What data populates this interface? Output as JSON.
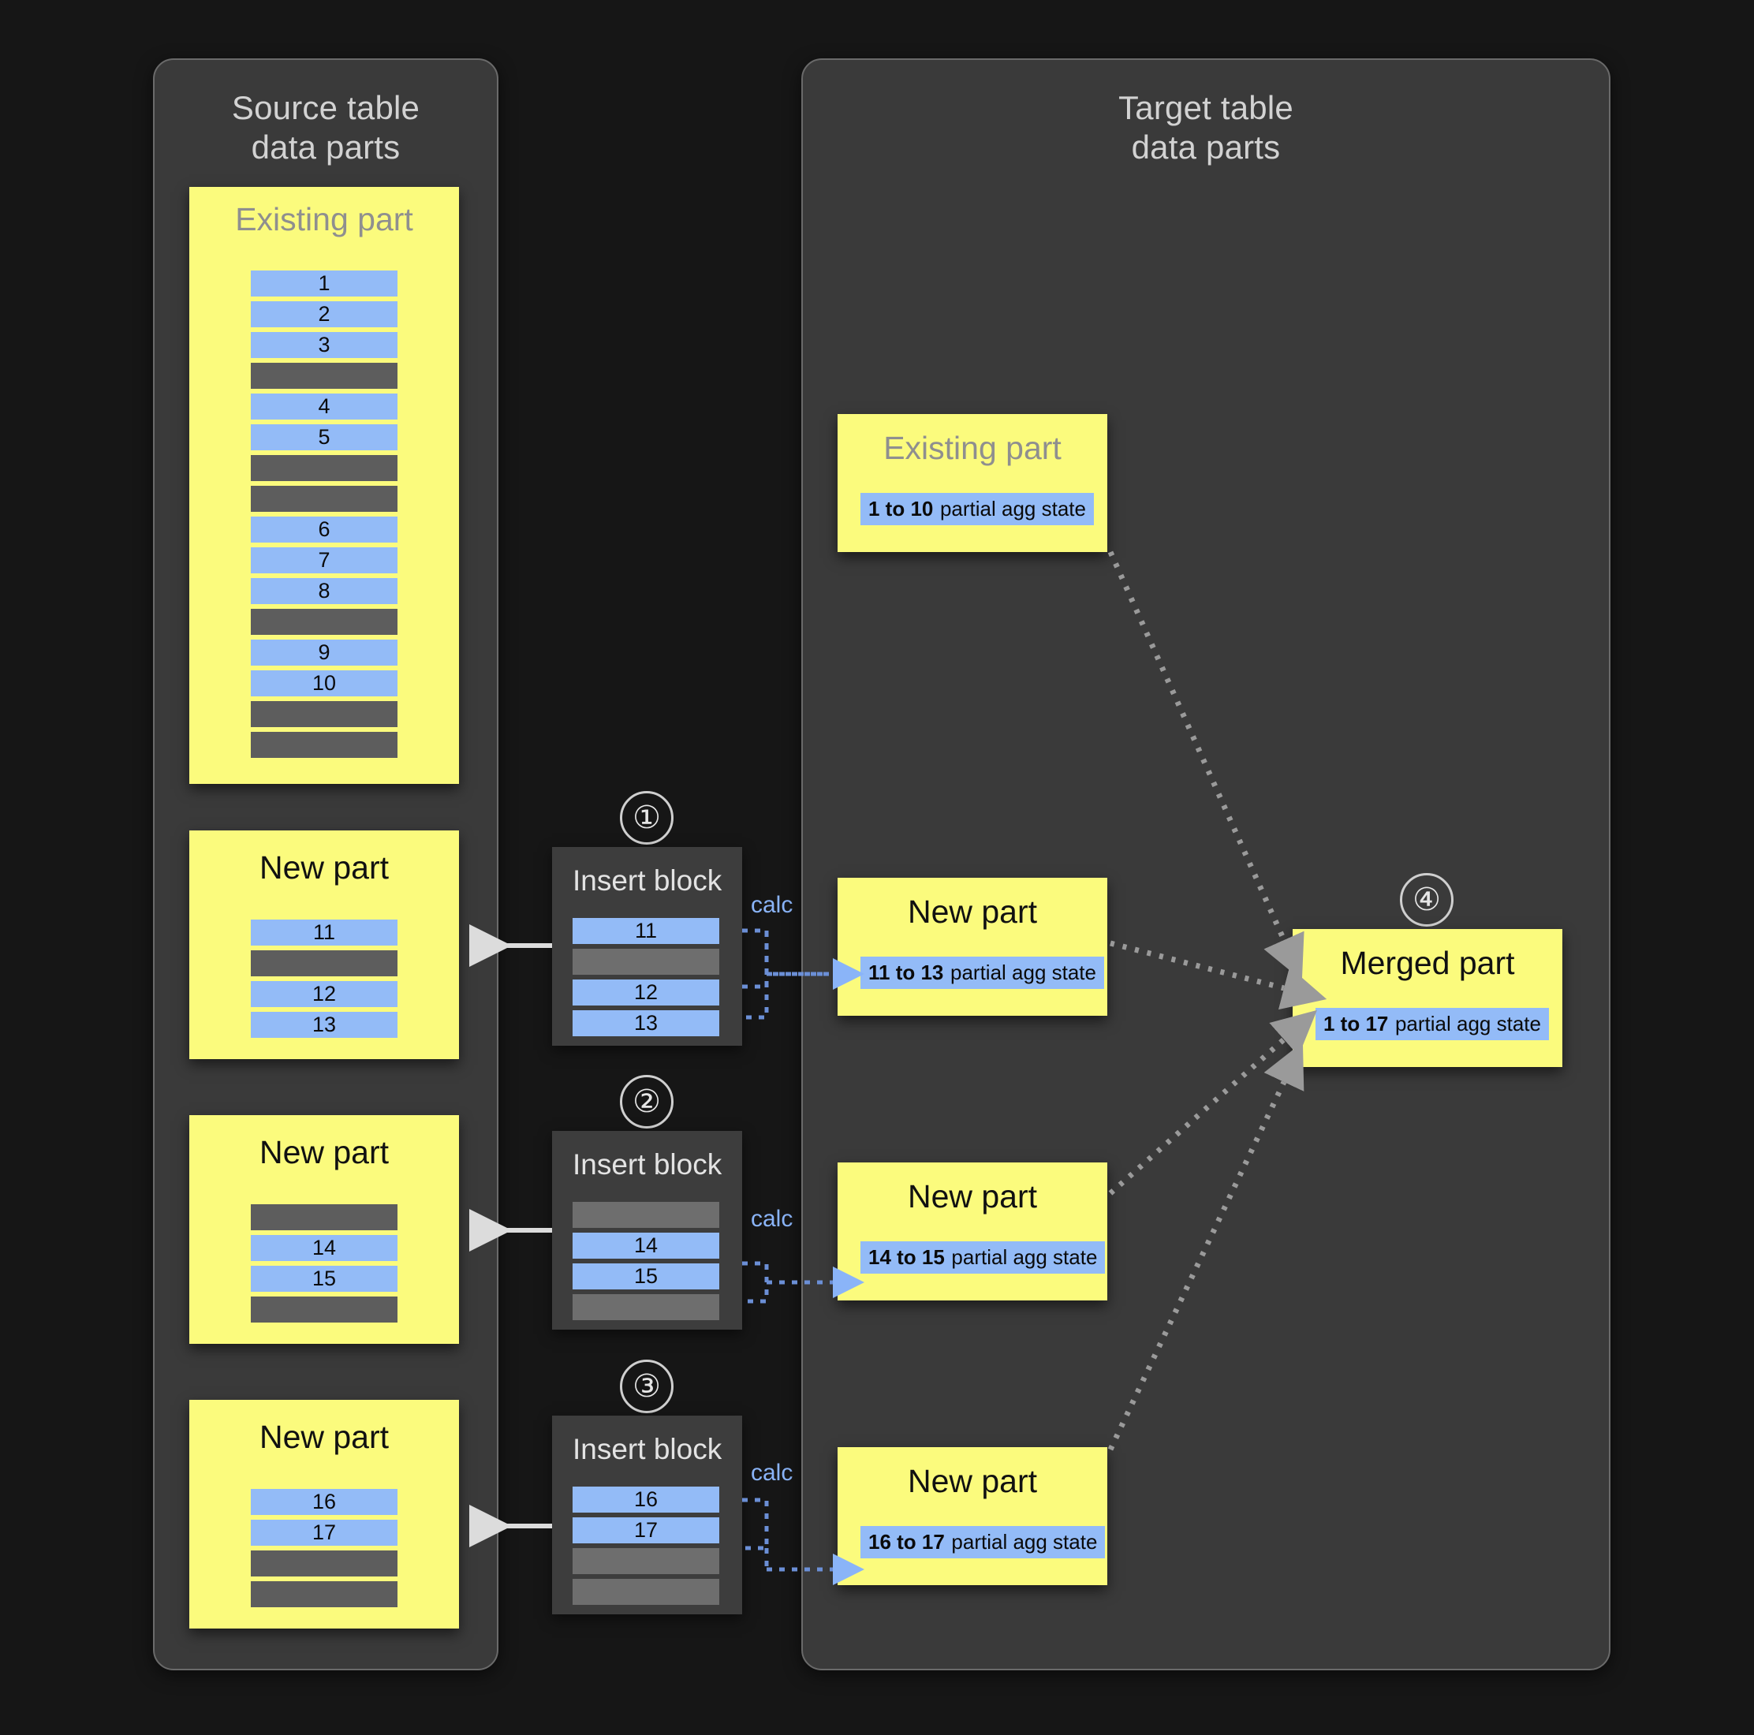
{
  "panels": {
    "source": {
      "title": "Source table\ndata parts"
    },
    "target": {
      "title": "Target table\ndata parts"
    }
  },
  "labels": {
    "existing_part": "Existing part",
    "new_part": "New part",
    "merged_part": "Merged part",
    "insert_block": "Insert block",
    "calc": "calc",
    "agg_suffix": "partial agg state"
  },
  "colors": {
    "background": "#161616",
    "panel": "#3a3a3a",
    "panel_border": "#6a6a6a",
    "part_yellow": "#fbfb7d",
    "row_blue": "#93bbf7",
    "row_gray": "#5d5d5d",
    "row_gray_light": "#6e6e6e",
    "insert_block": "#3d3d3d",
    "text_light": "#d2d2d2",
    "text_muted": "#8f8f8f",
    "accent_calc": "#8ab4f8",
    "arrow_gray": "#9a9a9a",
    "arrow_white": "#dcdcdc"
  },
  "source_parts": [
    {
      "id": "source-existing-part",
      "title": "Existing part",
      "title_muted": true,
      "rows": [
        "1",
        "2",
        "3",
        "",
        "4",
        "5",
        "",
        "",
        "6",
        "7",
        "8",
        "",
        "9",
        "10",
        "",
        ""
      ]
    },
    {
      "id": "source-new-part-1",
      "title": "New part",
      "title_muted": false,
      "rows": [
        "11",
        "",
        "12",
        "13"
      ]
    },
    {
      "id": "source-new-part-2",
      "title": "New part",
      "title_muted": false,
      "rows": [
        "",
        "14",
        "15",
        ""
      ]
    },
    {
      "id": "source-new-part-3",
      "title": "New part",
      "title_muted": false,
      "rows": [
        "16",
        "17",
        "",
        ""
      ]
    }
  ],
  "insert_blocks": [
    {
      "id": "insert-block-1",
      "number": "①",
      "title": "Insert block",
      "calc": "calc",
      "rows": [
        "11",
        "",
        "12",
        "13"
      ]
    },
    {
      "id": "insert-block-2",
      "number": "②",
      "title": "Insert block",
      "calc": "calc",
      "rows": [
        "",
        "14",
        "15",
        ""
      ]
    },
    {
      "id": "insert-block-3",
      "number": "③",
      "title": "Insert block",
      "calc": "calc",
      "rows": [
        "16",
        "17",
        "",
        ""
      ]
    }
  ],
  "target_parts": [
    {
      "id": "target-existing-part",
      "title": "Existing part",
      "title_muted": true,
      "agg_range": "1 to 10",
      "agg_text": "partial agg state"
    },
    {
      "id": "target-new-part-1",
      "title": "New part",
      "title_muted": false,
      "agg_range": "11 to 13",
      "agg_text": "partial agg state"
    },
    {
      "id": "target-new-part-2",
      "title": "New part",
      "title_muted": false,
      "agg_range": "14 to 15",
      "agg_text": "partial agg state"
    },
    {
      "id": "target-new-part-3",
      "title": "New part",
      "title_muted": false,
      "agg_range": "16 to 17",
      "agg_text": "partial agg state"
    }
  ],
  "merged_part": {
    "id": "target-merged-part",
    "number": "④",
    "title": "Merged part",
    "agg_range": "1 to 17",
    "agg_text": "partial agg state"
  }
}
